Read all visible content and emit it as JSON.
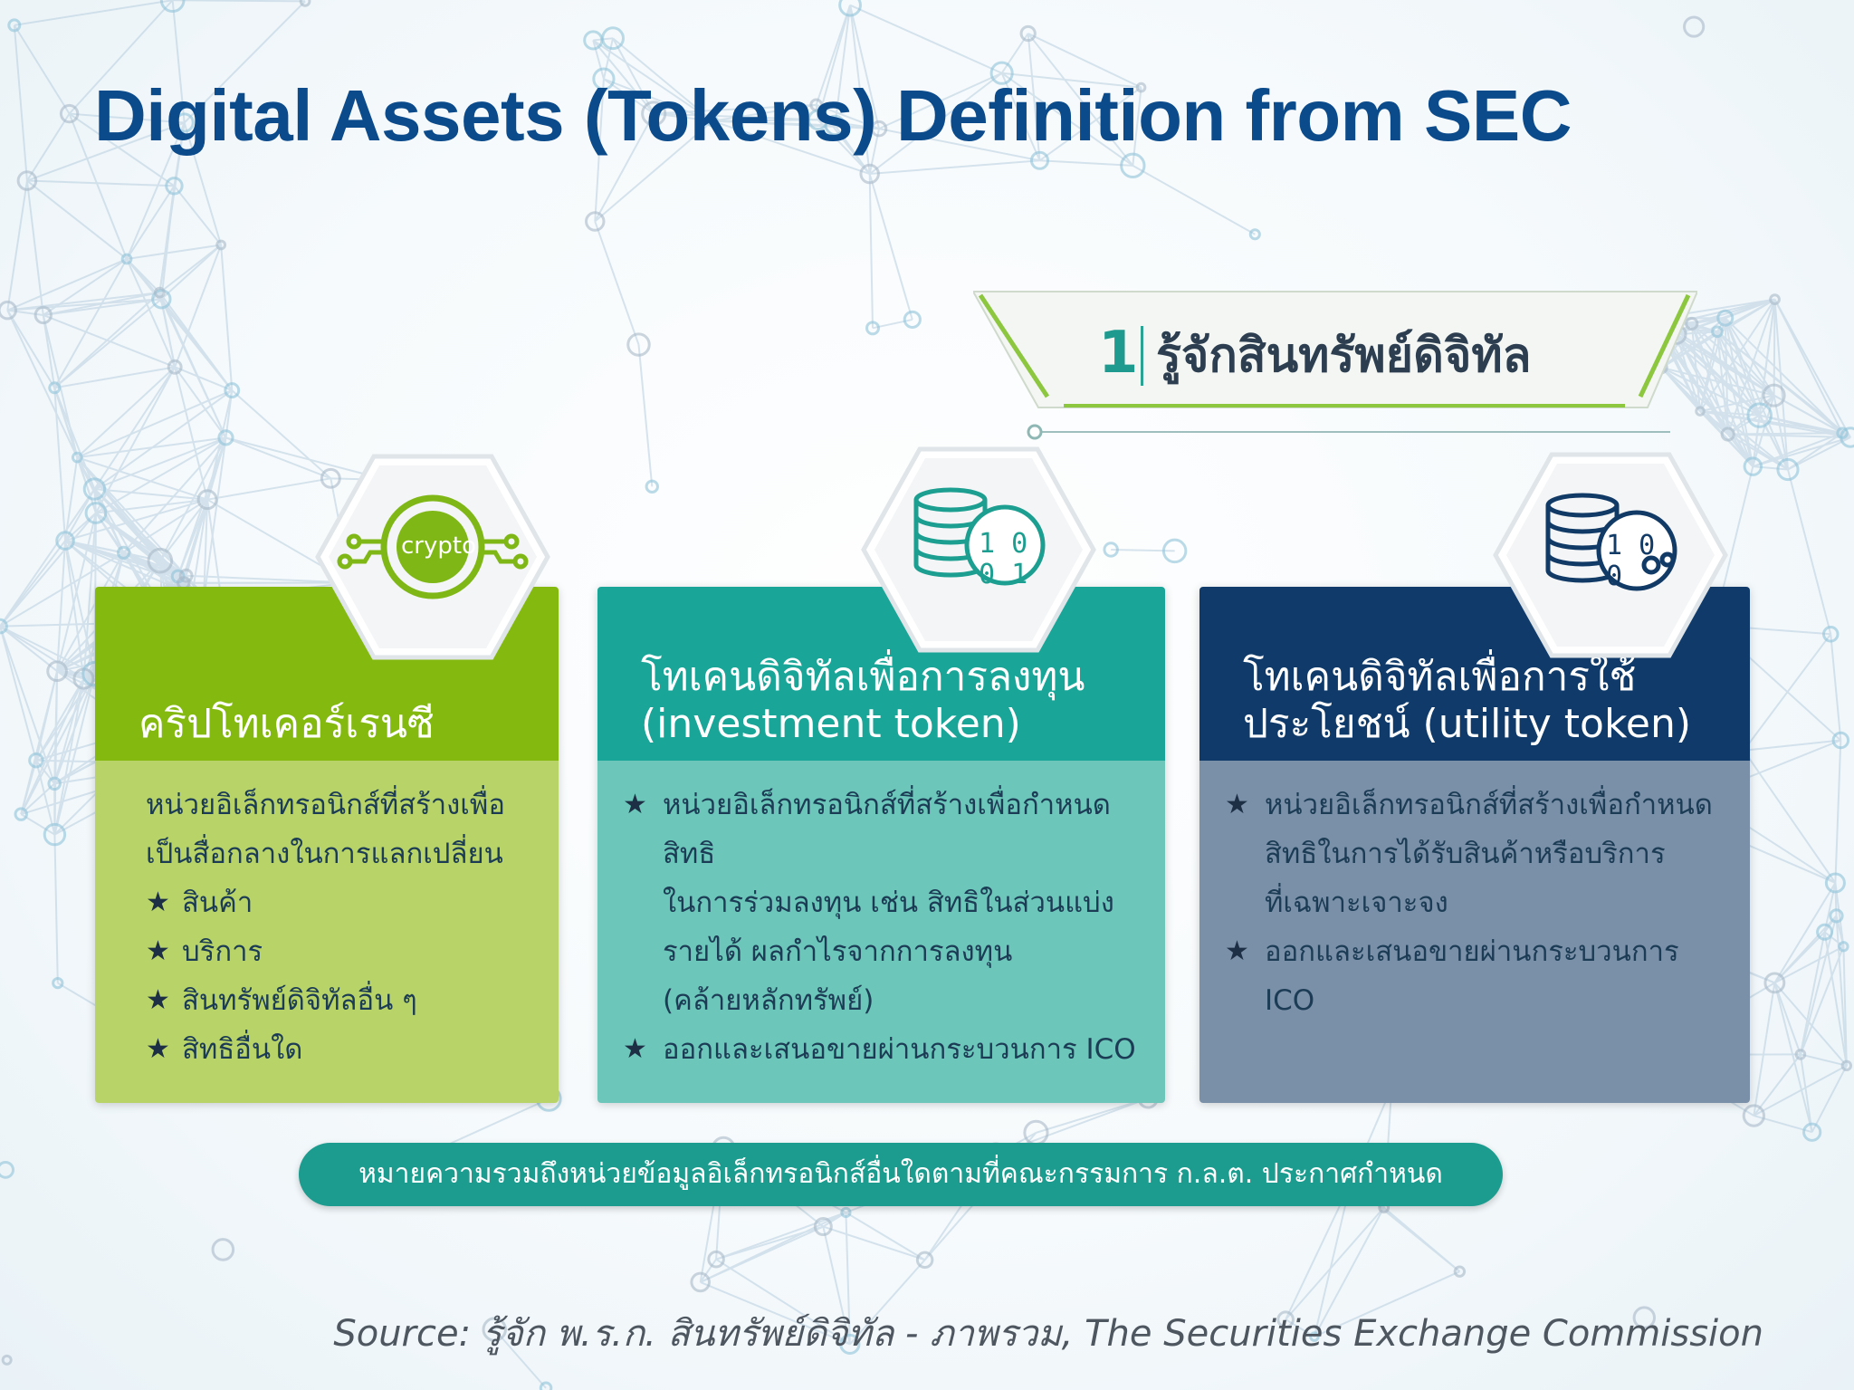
{
  "title": "Digital Assets (Tokens) Definition from SEC",
  "banner": {
    "number": "1",
    "text": "รู้จักสินทรัพย์ดิจิทัล"
  },
  "cards": [
    {
      "icon": "crypto-chip-icon",
      "icon_text": "crypto",
      "title_lines": [
        "คริปโทเคอร์เรนซี"
      ],
      "body_lines": [
        "หน่วยอิเล็กทรอนิกส์ที่สร้างเพื่อ",
        "เป็นสื่อกลางในการแลกเปลี่ยน"
      ],
      "bullets": [
        "สินค้า",
        "บริการ",
        "สินทรัพย์ดิจิทัลอื่น ๆ",
        "สิทธิอื่นใด"
      ],
      "colors": {
        "head": "#84b90f",
        "body": "#b8d468"
      }
    },
    {
      "icon": "database-binary-icon",
      "icon_bits": [
        "1 0",
        "0 1"
      ],
      "title_lines": [
        "โทเคนดิจิทัลเพื่อการลงทุน",
        "(investment token)"
      ],
      "bullets": [
        [
          "หน่วยอิเล็กทรอนิกส์ที่สร้างเพื่อกำหนดสิทธิ",
          "ในการร่วมลงทุน เช่น สิทธิในส่วนแบ่ง",
          "รายได้ ผลกำไรจากการลงทุน",
          "(คล้ายหลักทรัพย์)"
        ],
        [
          " ออกและเสนอขายผ่านกระบวนการ ICO"
        ]
      ],
      "colors": {
        "head": "#19a597",
        "body": "#6cc6ba"
      }
    },
    {
      "icon": "database-gear-icon",
      "icon_bits": [
        "1 0",
        "0"
      ],
      "title_lines": [
        "โทเคนดิจิทัลเพื่อการใช้",
        "ประโยชน์ (utility token)"
      ],
      "bullets": [
        [
          "หน่วยอิเล็กทรอนิกส์ที่สร้างเพื่อกำหนด",
          "สิทธิในการได้รับสินค้าหรือบริการ",
          "ที่เฉพาะเจาะจง"
        ],
        [
          "ออกและเสนอขายผ่านกระบวนการ ICO"
        ]
      ],
      "colors": {
        "head": "#0f3a6a",
        "body": "#7a90a8"
      }
    }
  ],
  "footer_note": "หมายความรวมถึงหน่วยข้อมูลอิเล็กทรอนิกส์อื่นใดตามที่คณะกรรมการ ก.ล.ต. ประกาศกำหนด",
  "source": "Source: รู้จัก พ.ร.ก. สินทรัพย์ดิจิทัล - ภาพรวม, The Securities Exchange Commission",
  "colors": {
    "title": "#0b4a8b",
    "accent": "#1b9c8e"
  }
}
